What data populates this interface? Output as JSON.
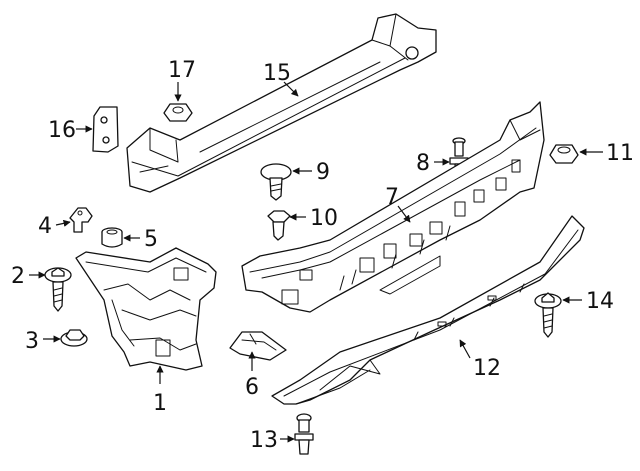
{
  "diagram": {
    "type": "exploded-parts-diagram",
    "colors": {
      "line": "#111111",
      "background": "#ffffff"
    },
    "callouts": [
      {
        "id": "c1",
        "label": "1"
      },
      {
        "id": "c2",
        "label": "2"
      },
      {
        "id": "c3",
        "label": "3"
      },
      {
        "id": "c4",
        "label": "4"
      },
      {
        "id": "c5",
        "label": "5"
      },
      {
        "id": "c6",
        "label": "6"
      },
      {
        "id": "c7",
        "label": "7"
      },
      {
        "id": "c8",
        "label": "8"
      },
      {
        "id": "c9",
        "label": "9"
      },
      {
        "id": "c10",
        "label": "10"
      },
      {
        "id": "c11",
        "label": "11"
      },
      {
        "id": "c12",
        "label": "12"
      },
      {
        "id": "c13",
        "label": "13"
      },
      {
        "id": "c14",
        "label": "14"
      },
      {
        "id": "c15",
        "label": "15"
      },
      {
        "id": "c16",
        "label": "16"
      },
      {
        "id": "c17",
        "label": "17"
      }
    ]
  }
}
